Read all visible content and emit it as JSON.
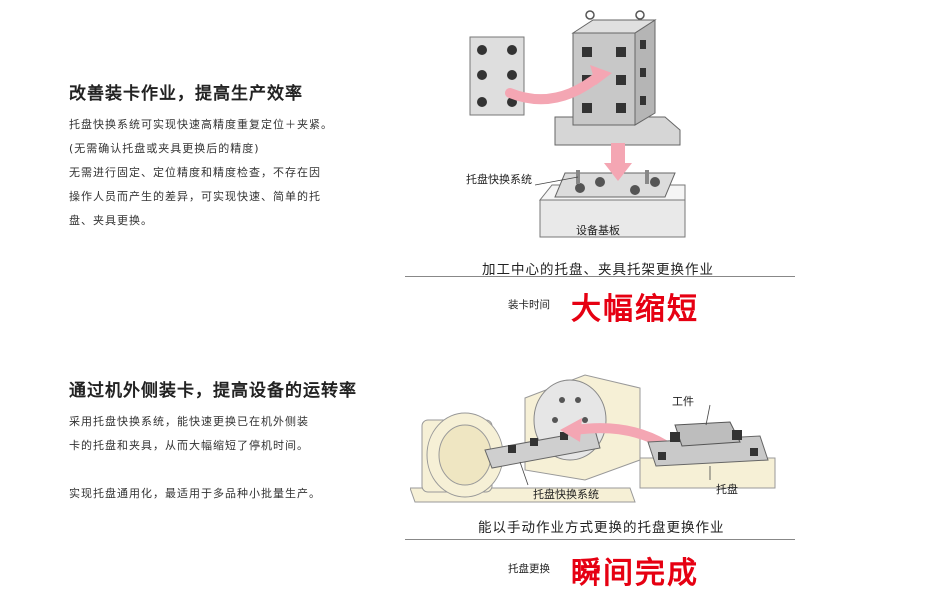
{
  "section1": {
    "heading": "改善装卡作业，提高生产效率",
    "lines": [
      "托盘快换系统可实现快速高精度重复定位＋夹紧。",
      "(无需确认托盘或夹具更换后的精度)",
      "无需进行固定、定位精度和精度检查，不存在因",
      "操作人员而产生的差异，可实现快速、简单的托",
      "盘、夹具更换。"
    ],
    "diagram": {
      "label_pallet_system": "托盘快换系统",
      "label_base": "设备基板"
    },
    "caption": "加工中心的托盘、夹具托架更换作业",
    "metric_label": "装卡时间",
    "metric_value": "大幅缩短"
  },
  "section2": {
    "heading": "通过机外侧装卡，提高设备的运转率",
    "lines": [
      "采用托盘快换系统，能快速更换已在机外侧装",
      "卡的托盘和夹具，从而大幅缩短了停机时间。",
      "",
      "实现托盘通用化，最适用于多品种小批量生产。"
    ],
    "diagram": {
      "label_workpiece": "工件",
      "label_pallet_system": "托盘快换系统",
      "label_pallet": "托盘"
    },
    "caption": "能以手动作业方式更换的托盘更换作业",
    "metric_label": "托盘更换",
    "metric_value": "瞬间完成"
  },
  "colors": {
    "accent_red": "#e60012",
    "arrow_pink": "#f4a6b3",
    "machine_cream": "#f6f0d6",
    "metal_gray": "#c9c9c9"
  }
}
